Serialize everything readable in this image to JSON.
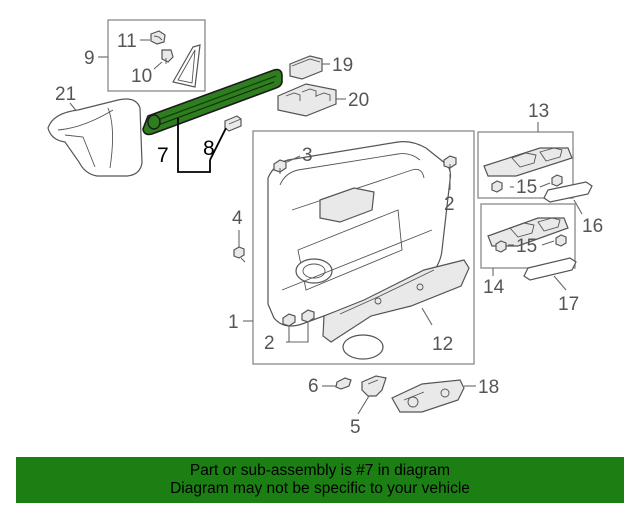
{
  "labels": {
    "p1": "1",
    "p2a": "2",
    "p2b": "2",
    "p3": "3",
    "p4": "4",
    "p5": "5",
    "p6": "6",
    "p7": "7",
    "p8": "8",
    "p9": "9",
    "p10": "10",
    "p11": "11",
    "p12": "12",
    "p13": "13",
    "p14": "14",
    "p15a": "15",
    "p15b": "15",
    "p16": "16",
    "p17": "17",
    "p18": "18",
    "p19": "19",
    "p20": "20",
    "p21": "21"
  },
  "highlight": {
    "part_number": "7",
    "color": "#2e7d1e"
  },
  "banner": {
    "line1": "Part or sub-assembly is #7 in diagram",
    "line2": "Diagram may not be specific to your vehicle",
    "background": "#1b7f13"
  }
}
